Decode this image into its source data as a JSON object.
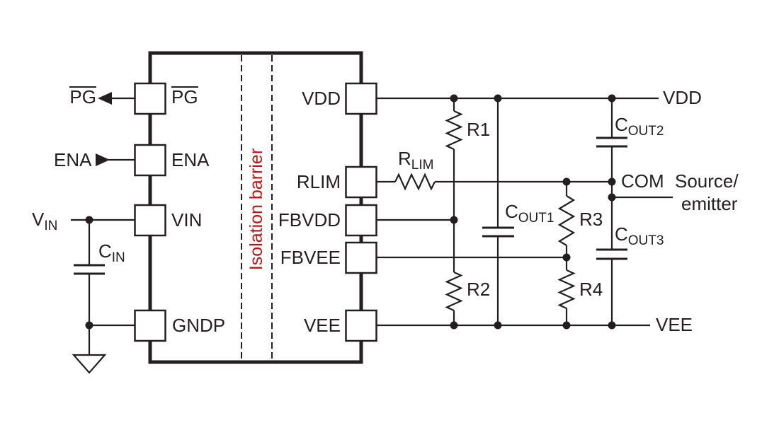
{
  "diagram": {
    "kind": "isolated power-supply schematic",
    "colors": {
      "line": "#231f20",
      "barrier_text": "#c41212",
      "background": "#ffffff"
    },
    "isolation_barrier_label": "Isolation barrier"
  },
  "chip": {
    "left_pins": [
      {
        "label": "PG",
        "overline": true
      },
      {
        "label": "ENA"
      },
      {
        "label": "VIN"
      },
      {
        "label": "GNDP"
      }
    ],
    "right_pins": [
      {
        "label": "VDD"
      },
      {
        "label": "RLIM"
      },
      {
        "label": "FBVDD"
      },
      {
        "label": "FBVEE"
      },
      {
        "label": "VEE"
      }
    ]
  },
  "signals": {
    "pg_out": {
      "label": "PG",
      "overline": true,
      "direction": "output-left"
    },
    "ena_in": {
      "label": "ENA",
      "direction": "input-right"
    },
    "vin": {
      "main": "V",
      "sub": "IN"
    },
    "vdd_rail": "VDD",
    "com": "COM",
    "source_emitter_line1": "Source/",
    "source_emitter_line2": "emitter",
    "vee_rail": "VEE"
  },
  "components": {
    "cin": {
      "main": "C",
      "sub": "IN"
    },
    "rlim": {
      "main": "R",
      "sub": "LIM"
    },
    "r1": "R1",
    "r2": "R2",
    "r3": "R3",
    "r4": "R4",
    "cout1": {
      "main": "C",
      "sub": "OUT1"
    },
    "cout2": {
      "main": "C",
      "sub": "OUT2"
    },
    "cout3": {
      "main": "C",
      "sub": "OUT3"
    }
  }
}
